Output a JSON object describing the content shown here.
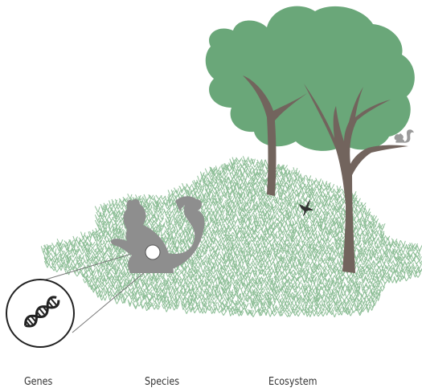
{
  "labels": {
    "genes": "Genes",
    "species": "Species",
    "ecosystem": "Ecosystem"
  },
  "colors": {
    "grass": "#8fbf98",
    "tree_canopy": "#6aa779",
    "tree_trunk": "#72645d",
    "squirrel": "#8e8e8e",
    "small_squirrel": "#9a9a9a",
    "bird": "#333333",
    "dna_circle_stroke": "#222222",
    "dna_strand": "#222222",
    "zoom_lines": "#777777"
  },
  "icons": {
    "large_squirrel": "squirrel-icon",
    "small_squirrel": "squirrel-icon",
    "bird": "bird-icon",
    "dna": "dna-helix-icon",
    "tree": "tree-icon"
  }
}
